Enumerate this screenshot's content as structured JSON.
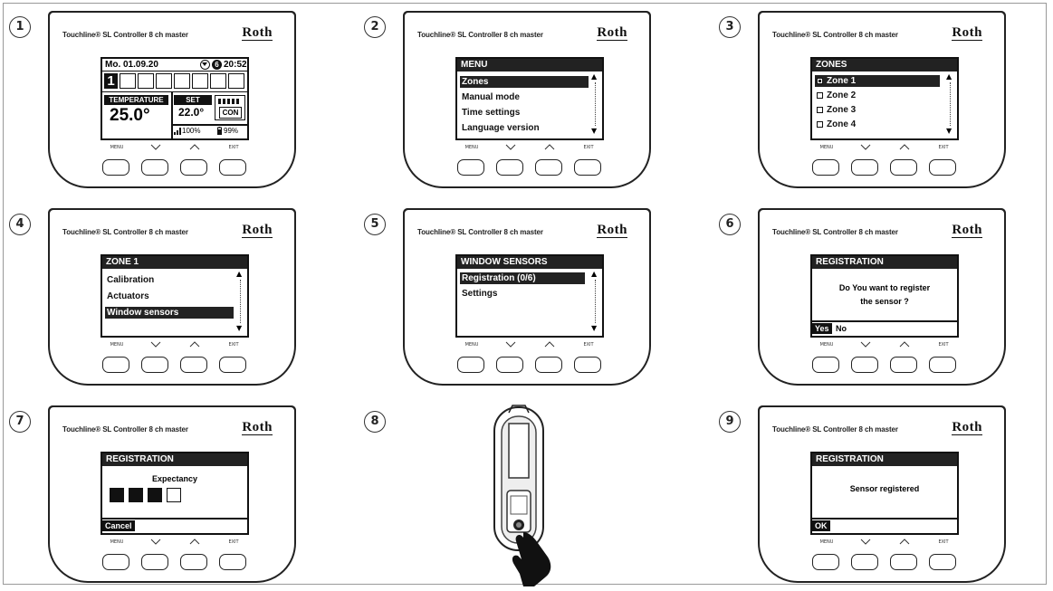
{
  "device": {
    "title": "Touchline® SL Controller 8 ch master",
    "brand": "Roth",
    "buttons": {
      "menu": "MENU",
      "exit": "EXIT"
    }
  },
  "steps": [
    {
      "number": "1"
    },
    {
      "number": "2"
    },
    {
      "number": "3"
    },
    {
      "number": "4"
    },
    {
      "number": "5"
    },
    {
      "number": "6"
    },
    {
      "number": "7"
    },
    {
      "number": "8"
    },
    {
      "number": "9"
    }
  ],
  "step1": {
    "date": "Mo. 01.09.20",
    "clock_icon_number": "6",
    "time": "20:52",
    "zone": "1",
    "temperature_label": "TEMPERATURE",
    "temperature_value": "25.0°",
    "set_label": "SET",
    "set_value": "22.0°",
    "mode": "CON",
    "signal": "100%",
    "battery": "99%"
  },
  "step2": {
    "header": "MENU",
    "items": [
      "Zones",
      "Manual mode",
      "Time settings",
      "Language version"
    ],
    "selected": 0
  },
  "step3": {
    "header": "ZONES",
    "items": [
      "Zone 1",
      "Zone 2",
      "Zone 3",
      "Zone 4"
    ],
    "selected": 0
  },
  "step4": {
    "header": "ZONE 1",
    "items": [
      "Calibration",
      "Actuators",
      "Window sensors"
    ],
    "selected": 2
  },
  "step5": {
    "header": "WINDOW SENSORS",
    "items": [
      "Registration (0/6)",
      "Settings"
    ],
    "selected": 0
  },
  "step6": {
    "header": "REGISTRATION",
    "message_line1": "Do You want to register",
    "message_line2": "the sensor ?",
    "yes": "Yes",
    "no": "No"
  },
  "step7": {
    "header": "REGISTRATION",
    "message": "Expectancy",
    "progress_filled": 3,
    "progress_total": 4,
    "cancel": "Cancel"
  },
  "step9": {
    "header": "REGISTRATION",
    "message": "Sensor registered",
    "ok": "OK"
  }
}
